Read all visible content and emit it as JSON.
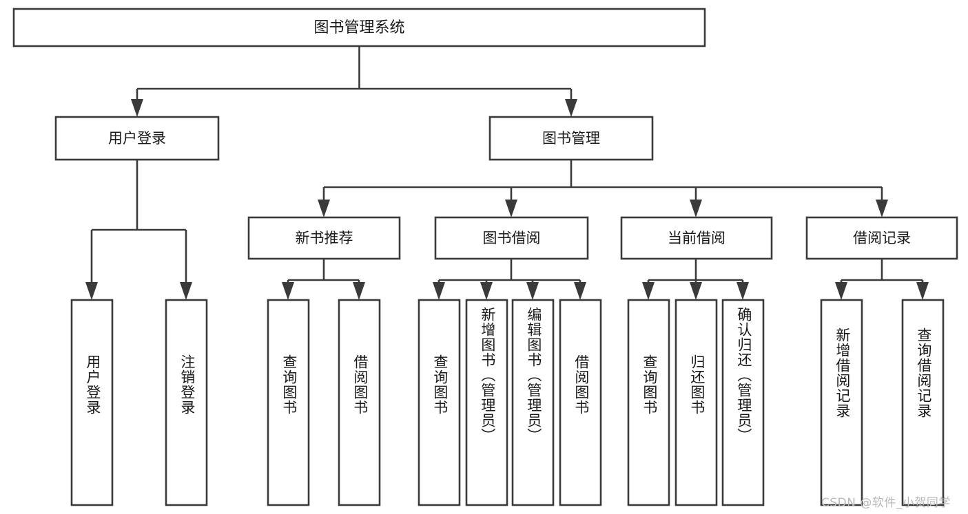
{
  "diagram": {
    "type": "tree-hierarchy",
    "title": "图书管理系统",
    "colors": {
      "box_stroke": "#3a3a3a",
      "box_fill": "#ffffff",
      "connector": "#3a3a3a",
      "text": "#1a1a1a",
      "watermark": "#b9b9b9",
      "background": "#ffffff"
    },
    "root": {
      "label": "图书管理系统"
    },
    "level2": [
      {
        "label": "用户登录"
      },
      {
        "label": "图书管理"
      }
    ],
    "level3": [
      {
        "label": "新书推荐"
      },
      {
        "label": "图书借阅"
      },
      {
        "label": "当前借阅"
      },
      {
        "label": "借阅记录"
      }
    ],
    "leaves": {
      "user_login": [
        {
          "label": "用户登录"
        },
        {
          "label": "注销登录"
        }
      ],
      "new_book_recommend": [
        {
          "label": "查询图书"
        },
        {
          "label": "借阅图书"
        }
      ],
      "book_borrow": [
        {
          "label": "查询图书"
        },
        {
          "label": "新增图书（管理员）"
        },
        {
          "label": "编辑图书（管理员）"
        },
        {
          "label": "借阅图书"
        }
      ],
      "current_borrow": [
        {
          "label": "查询图书"
        },
        {
          "label": "归还图书"
        },
        {
          "label": "确认归还（管理员）"
        }
      ],
      "borrow_record": [
        {
          "label": "新增借阅记录"
        },
        {
          "label": "查询借阅记录"
        }
      ]
    },
    "watermark": "CSDN @软件_小贺同学"
  }
}
